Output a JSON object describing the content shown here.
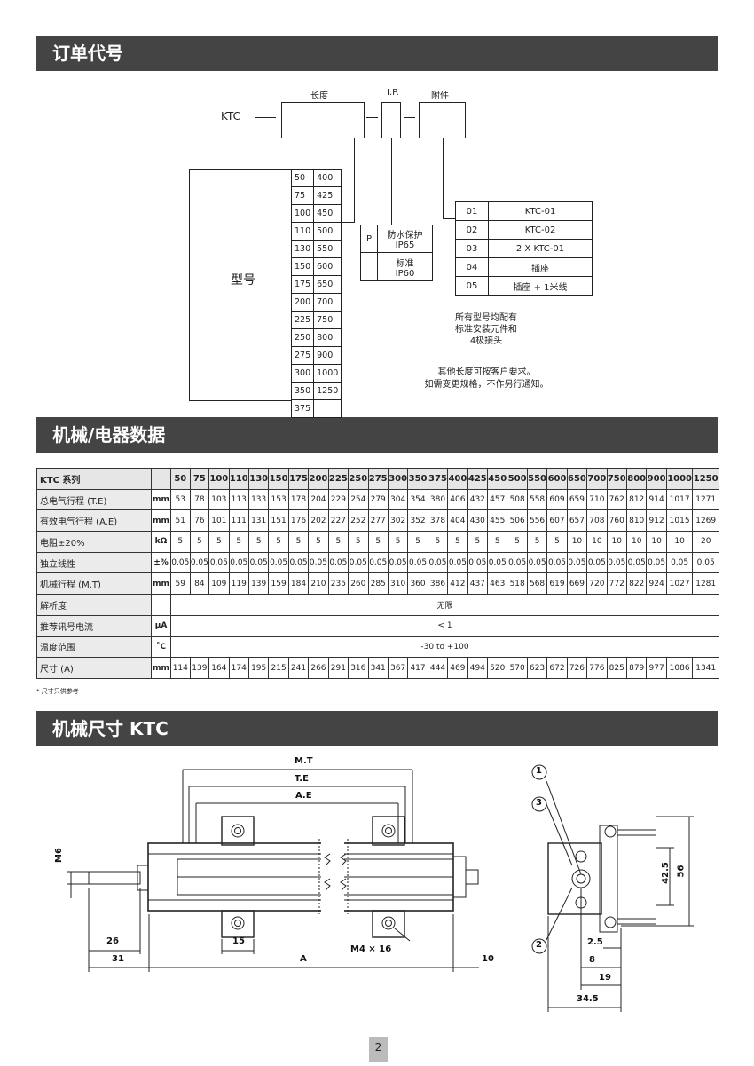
{
  "sections": {
    "order": "订单代号",
    "data": "机械/电器数据",
    "dims": "机械尺寸 KTC"
  },
  "order": {
    "prefix": "KTC",
    "label_length": "长度",
    "label_ip": "I.P.",
    "label_acc": "附件",
    "model_label": "型号",
    "lengths": [
      [
        "50",
        "400"
      ],
      [
        "75",
        "425"
      ],
      [
        "100",
        "450"
      ],
      [
        "110",
        "500"
      ],
      [
        "130",
        "550"
      ],
      [
        "150",
        "600"
      ],
      [
        "175",
        "650"
      ],
      [
        "200",
        "700"
      ],
      [
        "225",
        "750"
      ],
      [
        "250",
        "800"
      ],
      [
        "275",
        "900"
      ],
      [
        "300",
        "1000"
      ],
      [
        "350",
        "1250"
      ],
      [
        "375",
        ""
      ]
    ],
    "ip": [
      {
        "code": "P",
        "desc1": "防水保护",
        "desc2": "IP65"
      },
      {
        "code": "",
        "desc1": "标准",
        "desc2": "IP60"
      }
    ],
    "accessories": [
      {
        "code": "01",
        "desc": "KTC-01"
      },
      {
        "code": "02",
        "desc": "KTC-02"
      },
      {
        "code": "03",
        "desc": "2 X KTC-01"
      },
      {
        "code": "04",
        "desc": "插座"
      },
      {
        "code": "05",
        "desc": "插座 + 1米线"
      }
    ],
    "note1": [
      "所有型号均配有",
      "标准安装元件和",
      "4极接头"
    ],
    "note2": [
      "其他长度可按客户要求。",
      "如需变更规格，不作另行通知。"
    ]
  },
  "spec": {
    "header_label": "KTC 系列",
    "columns": [
      "50",
      "75",
      "100",
      "110",
      "130",
      "150",
      "175",
      "200",
      "225",
      "250",
      "275",
      "300",
      "350",
      "375",
      "400",
      "425",
      "450",
      "500",
      "550",
      "600",
      "650",
      "700",
      "750",
      "800",
      "900",
      "1000",
      "1250"
    ],
    "rows": [
      {
        "label": "总电气行程 (T.E)",
        "unit": "mm",
        "values": [
          "53",
          "78",
          "103",
          "113",
          "133",
          "153",
          "178",
          "204",
          "229",
          "254",
          "279",
          "304",
          "354",
          "380",
          "406",
          "432",
          "457",
          "508",
          "558",
          "609",
          "659",
          "710",
          "762",
          "812",
          "914",
          "1017",
          "1271"
        ]
      },
      {
        "label": "有效电气行程 (A.E)",
        "unit": "mm",
        "values": [
          "51",
          "76",
          "101",
          "111",
          "131",
          "151",
          "176",
          "202",
          "227",
          "252",
          "277",
          "302",
          "352",
          "378",
          "404",
          "430",
          "455",
          "506",
          "556",
          "607",
          "657",
          "708",
          "760",
          "810",
          "912",
          "1015",
          "1269"
        ]
      },
      {
        "label": "电阻±20%",
        "unit": "kΩ",
        "values": [
          "5",
          "5",
          "5",
          "5",
          "5",
          "5",
          "5",
          "5",
          "5",
          "5",
          "5",
          "5",
          "5",
          "5",
          "5",
          "5",
          "5",
          "5",
          "5",
          "5",
          "10",
          "10",
          "10",
          "10",
          "10",
          "10",
          "20"
        ]
      },
      {
        "label": "独立线性",
        "unit": "±%",
        "values": [
          "0.05",
          "0.05",
          "0.05",
          "0.05",
          "0.05",
          "0.05",
          "0.05",
          "0.05",
          "0.05",
          "0.05",
          "0.05",
          "0.05",
          "0.05",
          "0.05",
          "0.05",
          "0.05",
          "0.05",
          "0.05",
          "0.05",
          "0.05",
          "0.05",
          "0.05",
          "0.05",
          "0.05",
          "0.05",
          "0.05",
          "0.05"
        ]
      },
      {
        "label": "机械行程 (M.T)",
        "unit": "mm",
        "values": [
          "59",
          "84",
          "109",
          "119",
          "139",
          "159",
          "184",
          "210",
          "235",
          "260",
          "285",
          "310",
          "360",
          "386",
          "412",
          "437",
          "463",
          "518",
          "568",
          "619",
          "669",
          "720",
          "772",
          "822",
          "924",
          "1027",
          "1281"
        ]
      }
    ],
    "span_rows": [
      {
        "label": "解析度",
        "unit": "",
        "value": "无限"
      },
      {
        "label": "推荐讯号电流",
        "unit": "µA",
        "value": "< 1"
      },
      {
        "label": "温度范围",
        "unit": "˚C",
        "value": "-30 to +100"
      }
    ],
    "last_row": {
      "label": "尺寸 (A)",
      "unit": "mm",
      "values": [
        "114",
        "139",
        "164",
        "174",
        "195",
        "215",
        "241",
        "266",
        "291",
        "316",
        "341",
        "367",
        "417",
        "444",
        "469",
        "494",
        "520",
        "570",
        "623",
        "672",
        "726",
        "776",
        "825",
        "879",
        "977",
        "1086",
        "1341"
      ]
    },
    "footnote": "* 尺寸只供参考"
  },
  "drawing": {
    "mt": "M.T",
    "te": "T.E",
    "ae": "A.E",
    "m6": "M6",
    "d26": "26",
    "d31": "31",
    "d15": "15",
    "a": "A",
    "m4": "M4 × 16",
    "d10": "10",
    "c1": "1",
    "c2": "2",
    "c3": "3",
    "d425": "42.5",
    "d56": "56",
    "d25": "2.5",
    "d8": "8",
    "d19": "19",
    "d345": "34.5"
  },
  "page": "2"
}
